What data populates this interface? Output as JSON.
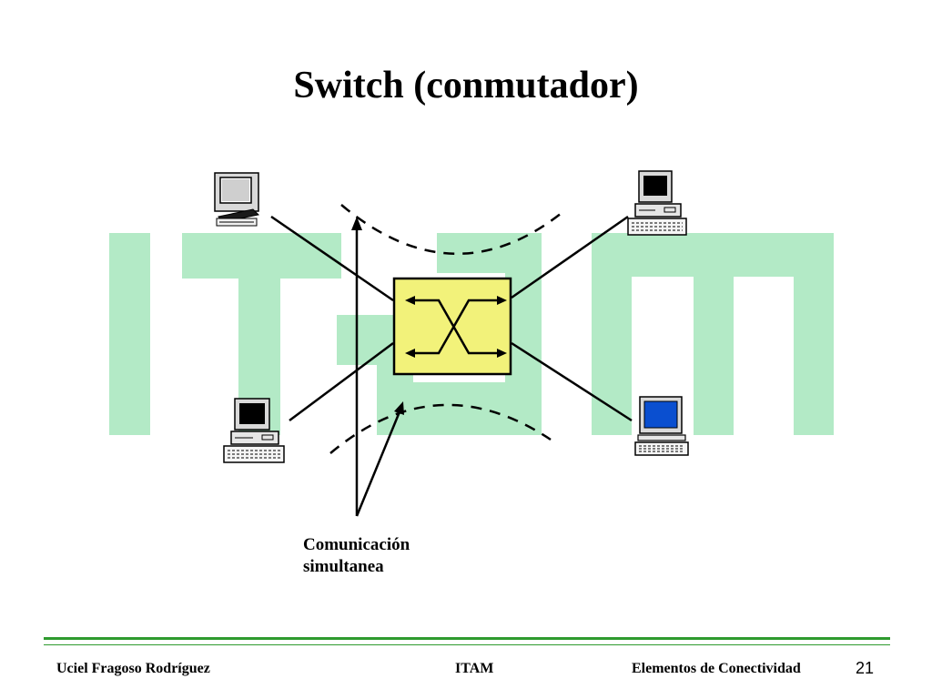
{
  "slide": {
    "title": "Switch (conmutador)",
    "caption_line1": "Comunicación",
    "caption_line2": "simultanea"
  },
  "footer": {
    "author": "Uciel Fragoso Rodríguez",
    "center": "ITAM",
    "topic": "Elementos de Conectividad",
    "page": "21"
  },
  "colors": {
    "watermark": "#b3eac6",
    "switch_fill": "#f2f27a",
    "footer_rule": "#2e9a2e",
    "monitor_screen_blue": "#0a4fd0"
  },
  "diagram": {
    "node_center": "switch",
    "nodes": [
      "computer-top-left",
      "computer-top-right",
      "computer-bottom-left",
      "computer-bottom-right"
    ]
  }
}
